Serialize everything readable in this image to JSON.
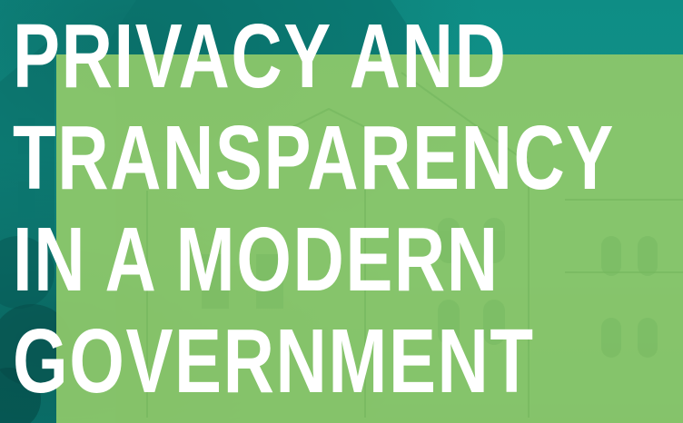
{
  "title": {
    "lines": [
      "PRIVACY AND",
      "TRANSPARENCY",
      "IN A MODERN",
      "GOVERNMENT"
    ]
  },
  "colors": {
    "background_teal": "#0f8f86",
    "panel_green": "#8fc96a",
    "text": "#ffffff"
  }
}
